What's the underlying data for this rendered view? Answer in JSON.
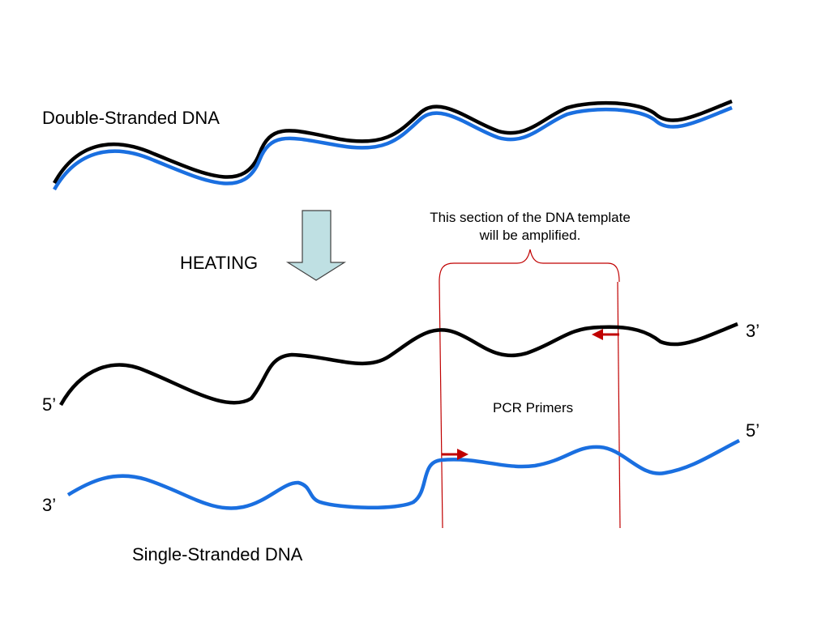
{
  "labels": {
    "double_stranded": "Double-Stranded DNA",
    "heating": "HEATING",
    "amplified_note_line1": "This section of the DNA template",
    "amplified_note_line2": "will be amplified.",
    "pcr_primers": "PCR Primers",
    "single_stranded": "Single-Stranded DNA",
    "top_strand_right_end": "3’",
    "top_strand_left_end": "5’",
    "bottom_strand_right_end": "5’",
    "bottom_strand_left_end": "3’"
  },
  "colors": {
    "strand_black": "#000000",
    "strand_blue": "#1a6fe0",
    "arrow_fill": "#bfe0e3",
    "arrow_stroke": "#404040",
    "bracket_red": "#c00000",
    "primer_red": "#c00000"
  }
}
